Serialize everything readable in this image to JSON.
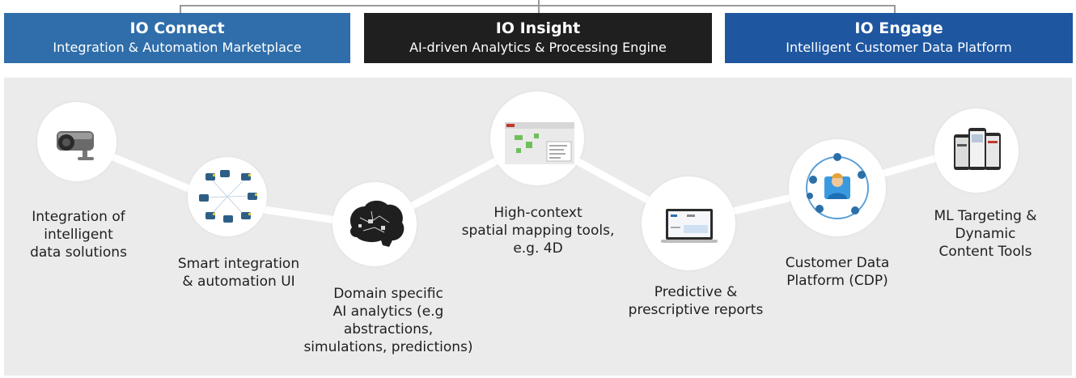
{
  "headers": [
    {
      "title": "IO Connect",
      "subtitle": "Integration & Automation Marketplace",
      "color": "#2f6eaa"
    },
    {
      "title": "IO Insight",
      "subtitle": "AI-driven Analytics & Processing Engine",
      "color": "#1f1f1f"
    },
    {
      "title": "IO Engage",
      "subtitle": "Intelligent Customer Data Platform",
      "color": "#1e56a0"
    }
  ],
  "nodes": [
    {
      "icon": "security-camera-icon",
      "label": "Integration of\nintelligent\ndata solutions"
    },
    {
      "icon": "network-devices-icon",
      "label": "Smart integration\n& automation UI"
    },
    {
      "icon": "brain-icon",
      "label": "Domain specific\nAI analytics (e.g\nabstractions,\nsimulations, predictions)"
    },
    {
      "icon": "spatial-map-icon",
      "label": "High-context\nspatial mapping tools,\ne.g. 4D"
    },
    {
      "icon": "laptop-report-icon",
      "label": "Predictive &\nprescriptive reports"
    },
    {
      "icon": "customer-profile-icon",
      "label": "Customer Data\nPlatform (CDP)"
    },
    {
      "icon": "mobile-screens-icon",
      "label": "ML Targeting &\nDynamic\nContent Tools"
    }
  ],
  "colors": {
    "panel": "#ebebeb",
    "connector": "#9a9a9a",
    "link": "#ffffff"
  }
}
